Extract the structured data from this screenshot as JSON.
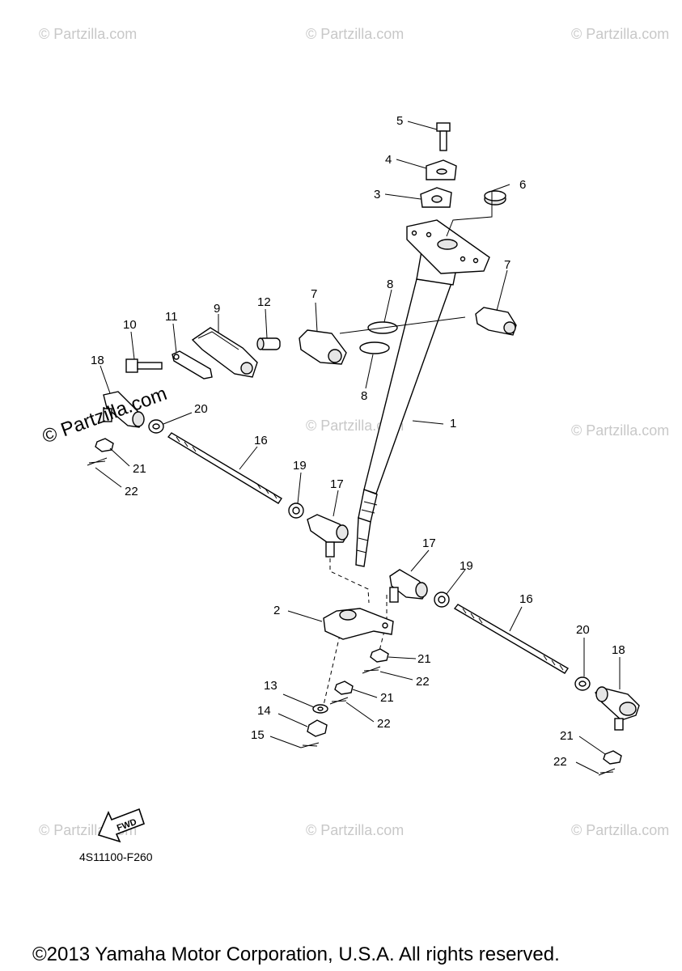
{
  "diagram": {
    "code": "4S11100-F260",
    "copyright": "©2013 Yamaha Motor Corporation, U.S.A. All rights reserved.",
    "watermark": "© Partzilla.com",
    "watermark_main": "© Partzilla.com",
    "fwd_label": "FWD"
  },
  "callouts": {
    "c1": "1",
    "c2": "2",
    "c3": "3",
    "c4": "4",
    "c5": "5",
    "c6": "6",
    "c7a": "7",
    "c7b": "7",
    "c8a": "8",
    "c8b": "8",
    "c9": "9",
    "c10": "10",
    "c11": "11",
    "c12": "12",
    "c13": "13",
    "c14": "14",
    "c15": "15",
    "c16a": "16",
    "c16b": "16",
    "c17a": "17",
    "c17b": "17",
    "c18a": "18",
    "c18b": "18",
    "c19a": "19",
    "c19b": "19",
    "c20a": "20",
    "c20b": "20",
    "c21a": "21",
    "c21b": "21",
    "c21c": "21",
    "c21d": "21",
    "c22a": "22",
    "c22b": "22",
    "c22c": "22",
    "c22d": "22"
  }
}
